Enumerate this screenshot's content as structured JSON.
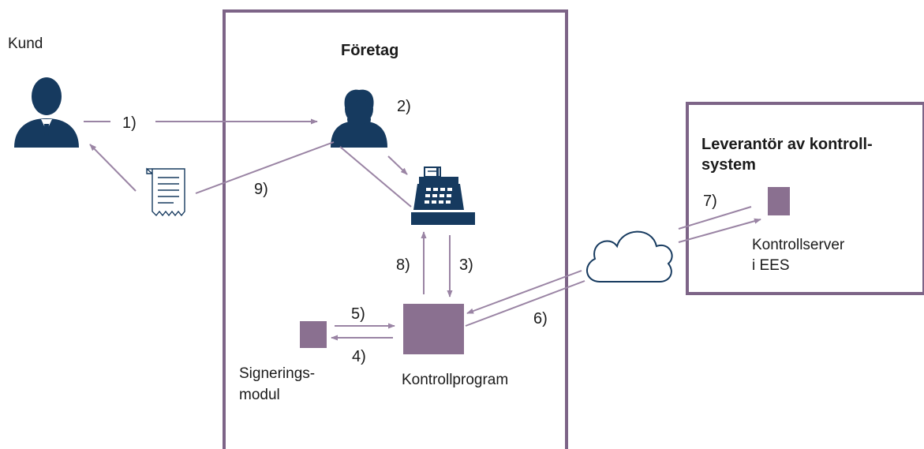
{
  "actors": {
    "kund": "Kund",
    "foretag": "Företag",
    "leverantor_line1": "Leverantör av kontroll-",
    "leverantor_line2": "system"
  },
  "components": {
    "signering_line1": "Signerings-",
    "signering_line2": "modul",
    "kontrollprogram": "Kontrollprogram",
    "kontrollserver_line1": "Kontrollserver",
    "kontrollserver_line2": "i EES"
  },
  "steps": [
    "1)",
    "2)",
    "3)",
    "4)",
    "5)",
    "6)",
    "7)",
    "8)",
    "9)"
  ],
  "icons": [
    "customer-icon",
    "employee-icon",
    "receipt-icon",
    "cash-register-icon",
    "cloud-icon"
  ],
  "colors": {
    "frame": "#7d6487",
    "box_fill": "#8a7090",
    "arrow": "#9a84a4",
    "person": "#163a5f"
  }
}
